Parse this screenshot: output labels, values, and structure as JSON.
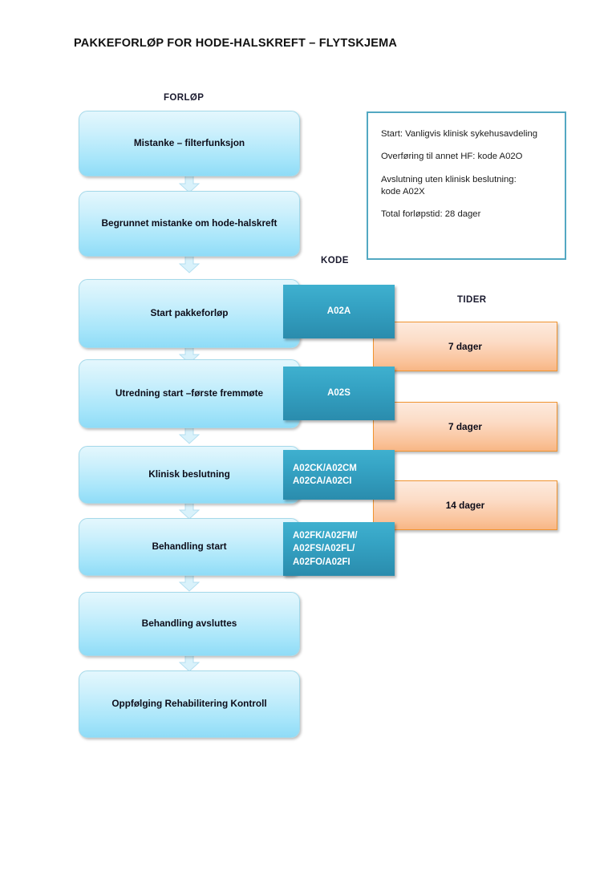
{
  "document": {
    "title": "PAKKEFORLØP FOR HODE-HALSKREFT – FLYTSKJEMA"
  },
  "columns": {
    "forlop": "FORLØP",
    "kode": "KODE",
    "tider": "TIDER"
  },
  "flow": {
    "steps": [
      {
        "label": "Mistanke – filterfunksjon"
      },
      {
        "label": "Begrunnet mistanke om hode-halskreft"
      },
      {
        "label": "Start pakkeforløp"
      },
      {
        "label": "Utredning start –første fremmøte"
      },
      {
        "label": "Klinisk beslutning"
      },
      {
        "label": "Behandling start"
      },
      {
        "label": "Behandling avsluttes"
      },
      {
        "label": "Oppfølging\nRehabilitering\nKontroll"
      }
    ]
  },
  "codes": [
    {
      "label": "A02A"
    },
    {
      "label": "A02S"
    },
    {
      "label": "A02CK/A02CM\nA02CA/A02CI"
    },
    {
      "label": "A02FK/A02FM/\nA02FS/A02FL/\nA02FO/A02FI"
    }
  ],
  "times": [
    {
      "label": "7 dager"
    },
    {
      "label": "7 dager"
    },
    {
      "label": "14 dager"
    }
  ],
  "info_box": {
    "lines": [
      "Start: Vanligvis klinisk sykehusavdeling",
      "Overføring til annet HF: kode A02O",
      "Avslutning uten klinisk beslutning:\nkode A02X",
      "Total forløpstid: 28 dager"
    ]
  },
  "colors": {
    "flow_box_light": "#e4f7fd",
    "flow_box_dark": "#8fdcf7",
    "code_box_light": "#3fb0cf",
    "code_box_dark": "#2a8cad",
    "time_box_light": "#fdeade",
    "time_box_dark": "#f8b684",
    "time_box_border": "#f0932f",
    "info_box_border": "#53a8c2",
    "text_dark": "#0d0d1a",
    "text_on_teal": "#ffffff"
  }
}
